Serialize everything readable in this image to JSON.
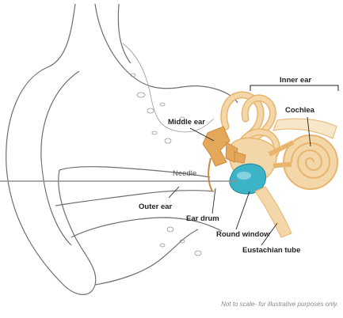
{
  "labels": {
    "inner_ear": "Inner ear",
    "middle_ear": "Middle ear",
    "cochlea": "Cochlea",
    "needle": "Needle",
    "outer_ear": "Outer ear",
    "ear_drum": "Ear drum",
    "round_window": "Round window",
    "eustachian_tube": "Eustachian tube"
  },
  "footnote": "Not to scale- for illustrative purposes only.",
  "colors": {
    "outline": "#6e6e6e",
    "bone": "#f3d7a8",
    "bone_dark": "#e8b56f",
    "ossicle": "#e5a85b",
    "round_window": "#3cb3c7",
    "leader": "#222222",
    "needle": "#8f8f8f"
  }
}
